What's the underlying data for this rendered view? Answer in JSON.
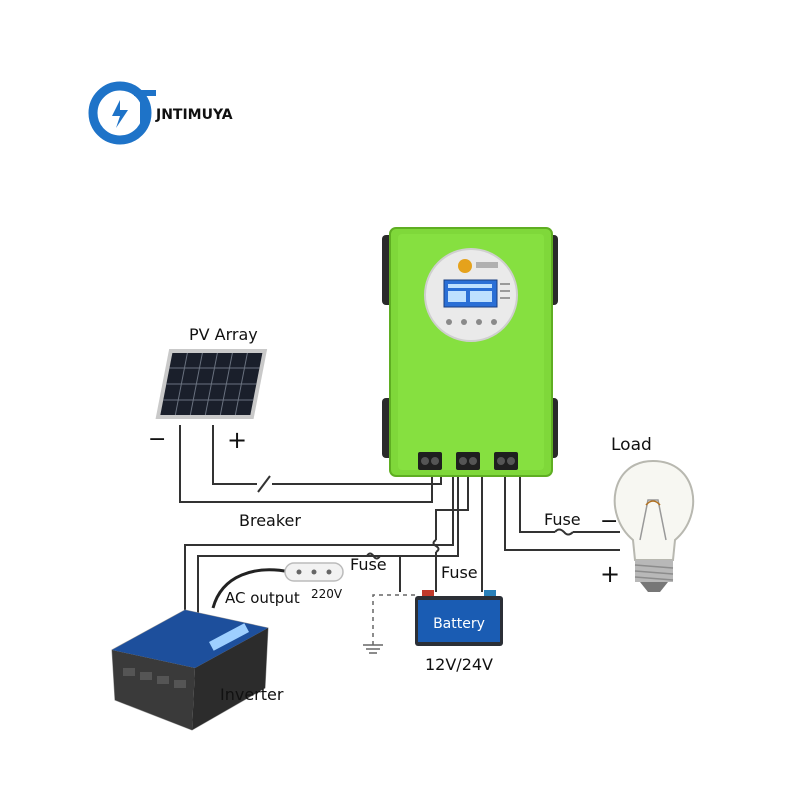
{
  "brand": {
    "name": "JNTIMUYA"
  },
  "labels": {
    "pv_array": "PV Array",
    "minus": "−",
    "plus": "+",
    "breaker": "Breaker",
    "fuse_load": "Fuse",
    "fuse_inverter": "Fuse",
    "fuse_battery": "Fuse",
    "load": "Load",
    "load_minus": "−",
    "load_plus": "+",
    "ac_output": "AC output",
    "voltage_220": "220V",
    "battery": "Battery",
    "battery_voltage": "12V/24V",
    "inverter": "Inverter"
  },
  "colors": {
    "controller_body": "#7fd83a",
    "controller_dark": "#4a8a1e",
    "logo_blue": "#1e73c8",
    "battery_body": "#2b2f36",
    "battery_screen": "#1a5cb3",
    "inverter_blue": "#1d4f9c",
    "wire": "#333333"
  }
}
